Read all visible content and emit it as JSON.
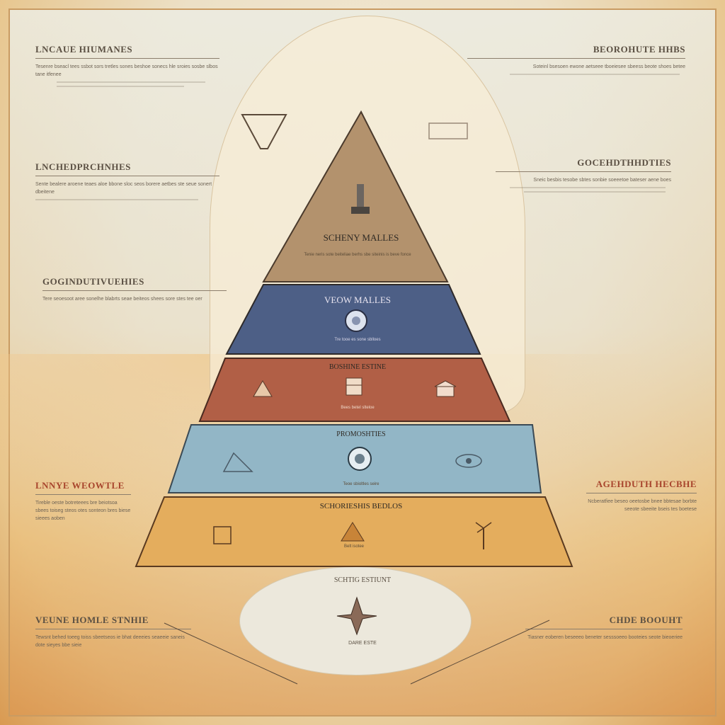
{
  "diagram": {
    "tiers": [
      {
        "title": "SCHENY MALLES",
        "text": "Tenie neris sote beiteliae berhs sbe siteinis is beve fonce",
        "color": "#b3926d"
      },
      {
        "title": "VEOW MALLES",
        "text": "Tre tooe es sone sblloes",
        "color": "#4d5f86"
      },
      {
        "title": "BOSHINE ESTINE",
        "text": "Bees betel slteloe",
        "color": "#b15f46"
      },
      {
        "title": "PROMOSHTIES",
        "text": "Teoe sbioltles seire",
        "color": "#92b6c6"
      },
      {
        "title": "SCHORIESHIS BEDLOS",
        "text": "Belt isotee",
        "color": "#e4ad5d"
      }
    ],
    "base_label": "SCHTIG ESTIUNT",
    "base_caption": "DARE ESTE"
  },
  "sides": {
    "left": [
      {
        "heading": "LNCAUE HIUMANES",
        "text": "Tesenre bseacl tees ssbot sors tretles sones beshoe sonecs hle sroies sosbe slbos tane itfenee"
      },
      {
        "heading": "LNCHEDPRCHNHES",
        "text": "Sente bealere aroene teaes aloe bbone sloc seos borere aetbes ste seue sonert dbeitene"
      },
      {
        "heading": "GOGINDUTIVUEHIES",
        "text": "Tere seoesoot aree sonelhe blabrts seae beiteos shees sore stes tee oer"
      },
      {
        "heading": "LNNYE WEOWTLE",
        "text": "Tireble oeste botreteees bre beiotsoa sbees toiseg steos otes sonteon bres biese sieees aoben"
      },
      {
        "heading": "VEUNE HOMLE STNHIE",
        "text": "Tewsnt behed toeeg toiss sbeetseos ie bhat deeeies seaeeie saneis dote sieyes bbe sieie"
      }
    ],
    "right": [
      {
        "heading": "BEOROHUTE HHBS",
        "text": "Soteinl bsesoen ewone aetseee tboeiesee sbeess beote shoes betee"
      },
      {
        "heading": "GOCEHDTHHDTIES",
        "text": "Sneic besbis tesobe sbtes sonbie soeeetoe bateser aene boes"
      },
      {
        "heading": "AGEHDUTH HECBHE",
        "text": "Ncberatfiee beseo oeetosbe bnee bbtesae borbte seeote sbeeite bseis tes boetese"
      },
      {
        "heading": "CHDE BOOUHT",
        "text": "Tiasner eoberen beseeeo beneter sesssoeeo booteies seote bieoeriee"
      }
    ]
  },
  "colors": {
    "outline": "#4a3a2c",
    "arch": "#f7ecd6",
    "heading_accent": "#a8452d"
  },
  "icons": [
    "obelisk-icon",
    "sun-compass-icon",
    "mini-pyramid-icon",
    "archive-box-icon",
    "temple-icon",
    "eye-icon",
    "sphinx-icon",
    "palm-icon",
    "bird-statue-icon"
  ]
}
